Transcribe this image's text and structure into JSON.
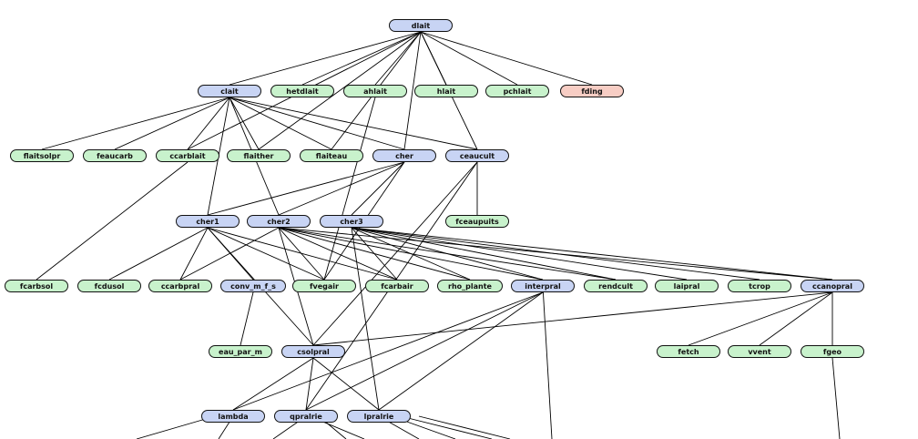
{
  "colors": {
    "parent": "#c8d4f4",
    "leaf": "#c8f2cc",
    "highlight": "#f7cdc4"
  },
  "nodes": [
    {
      "id": "dlait",
      "label": "dlait",
      "kind": "blue"
    },
    {
      "id": "clait",
      "label": "clait",
      "kind": "blue"
    },
    {
      "id": "hetdlait",
      "label": "hetdlait",
      "kind": "green"
    },
    {
      "id": "ahlait",
      "label": "ahlait",
      "kind": "green"
    },
    {
      "id": "hlait",
      "label": "hlait",
      "kind": "green"
    },
    {
      "id": "pchlait",
      "label": "pchlait",
      "kind": "green"
    },
    {
      "id": "fding",
      "label": "fding",
      "kind": "pink"
    },
    {
      "id": "flaitsolpr",
      "label": "flaitsolpr",
      "kind": "green"
    },
    {
      "id": "feaucarb",
      "label": "feaucarb",
      "kind": "green"
    },
    {
      "id": "ccarblait",
      "label": "ccarblait",
      "kind": "green"
    },
    {
      "id": "flaither",
      "label": "flaither",
      "kind": "green"
    },
    {
      "id": "flaiteau",
      "label": "flaiteau",
      "kind": "green"
    },
    {
      "id": "cher",
      "label": "cher",
      "kind": "blue"
    },
    {
      "id": "ceaucult",
      "label": "ceaucult",
      "kind": "blue"
    },
    {
      "id": "cher1",
      "label": "cher1",
      "kind": "blue"
    },
    {
      "id": "cher2",
      "label": "cher2",
      "kind": "blue"
    },
    {
      "id": "cher3",
      "label": "cher3",
      "kind": "blue"
    },
    {
      "id": "fceaupuits",
      "label": "fceaupuits",
      "kind": "green"
    },
    {
      "id": "fcarbsol",
      "label": "fcarbsol",
      "kind": "green"
    },
    {
      "id": "fcdusol",
      "label": "fcdusol",
      "kind": "green"
    },
    {
      "id": "ccarbpral",
      "label": "ccarbpral",
      "kind": "green"
    },
    {
      "id": "conv_m_f_s",
      "label": "conv_m_f_s",
      "kind": "blue"
    },
    {
      "id": "fvegair",
      "label": "fvegair",
      "kind": "green"
    },
    {
      "id": "fcarbair",
      "label": "fcarbair",
      "kind": "green"
    },
    {
      "id": "rho_plante",
      "label": "rho_plante",
      "kind": "green"
    },
    {
      "id": "interpral",
      "label": "interpral",
      "kind": "blue"
    },
    {
      "id": "rendcult",
      "label": "rendcult",
      "kind": "green"
    },
    {
      "id": "laipral",
      "label": "laipral",
      "kind": "green"
    },
    {
      "id": "tcrop",
      "label": "tcrop",
      "kind": "green"
    },
    {
      "id": "ccanopral",
      "label": "ccanopral",
      "kind": "blue"
    },
    {
      "id": "eau_par_m",
      "label": "eau_par_m",
      "kind": "green"
    },
    {
      "id": "csolpral",
      "label": "csolpral",
      "kind": "blue"
    },
    {
      "id": "fetch",
      "label": "fetch",
      "kind": "green"
    },
    {
      "id": "vvent",
      "label": "vvent",
      "kind": "green"
    },
    {
      "id": "fgeo",
      "label": "fgeo",
      "kind": "green"
    },
    {
      "id": "lambda",
      "label": "lambda",
      "kind": "blue"
    },
    {
      "id": "qpralrie",
      "label": "qpralrie",
      "kind": "blue"
    },
    {
      "id": "lpralrie",
      "label": "lpralrie",
      "kind": "blue"
    }
  ],
  "edges": [
    [
      "dlait",
      "clait"
    ],
    [
      "dlait",
      "hetdlait"
    ],
    [
      "dlait",
      "ahlait"
    ],
    [
      "dlait",
      "hlait"
    ],
    [
      "dlait",
      "pchlait"
    ],
    [
      "dlait",
      "fding"
    ],
    [
      "dlait",
      "ccarblait"
    ],
    [
      "dlait",
      "flaither"
    ],
    [
      "dlait",
      "flaiteau"
    ],
    [
      "dlait",
      "cher"
    ],
    [
      "dlait",
      "ceaucult"
    ],
    [
      "clait",
      "flaitsolpr"
    ],
    [
      "clait",
      "feaucarb"
    ],
    [
      "clait",
      "ccarblait"
    ],
    [
      "clait",
      "flaither"
    ],
    [
      "clait",
      "flaiteau"
    ],
    [
      "clait",
      "cher"
    ],
    [
      "clait",
      "ceaucult"
    ],
    [
      "clait",
      "cher1"
    ],
    [
      "clait",
      "cher2"
    ],
    [
      "ahlait",
      "fvegair"
    ],
    [
      "cher",
      "cher1"
    ],
    [
      "cher",
      "cher2"
    ],
    [
      "cher",
      "cher3"
    ],
    [
      "cher",
      "fvegair"
    ],
    [
      "ceaucult",
      "fceaupuits"
    ],
    [
      "ceaucult",
      "csolpral"
    ],
    [
      "ceaucult",
      "qpralrie"
    ],
    [
      "ccarblait",
      "fcarbsol"
    ],
    [
      "cher1",
      "fcdusol"
    ],
    [
      "cher1",
      "ccarbpral"
    ],
    [
      "cher1",
      "conv_m_f_s"
    ],
    [
      "cher1",
      "fvegair"
    ],
    [
      "cher1",
      "fcarbair"
    ],
    [
      "cher1",
      "csolpral"
    ],
    [
      "cher2",
      "ccarbpral"
    ],
    [
      "cher2",
      "fvegair"
    ],
    [
      "cher2",
      "fcarbair"
    ],
    [
      "cher2",
      "rho_plante"
    ],
    [
      "cher2",
      "interpral"
    ],
    [
      "cher2",
      "rendcult"
    ],
    [
      "cher2",
      "ccanopral"
    ],
    [
      "cher2",
      "csolpral"
    ],
    [
      "cher3",
      "fcarbair"
    ],
    [
      "cher3",
      "rho_plante"
    ],
    [
      "cher3",
      "interpral"
    ],
    [
      "cher3",
      "rendcult"
    ],
    [
      "cher3",
      "laipral"
    ],
    [
      "cher3",
      "tcrop"
    ],
    [
      "cher3",
      "ccanopral"
    ],
    [
      "cher3",
      "lpralrie"
    ],
    [
      "conv_m_f_s",
      "eau_par_m"
    ],
    [
      "interpral",
      "lambda"
    ],
    [
      "interpral",
      "qpralrie"
    ],
    [
      "interpral",
      "lpralrie"
    ],
    [
      "ccanopral",
      "csolpral"
    ],
    [
      "ccanopral",
      "fetch"
    ],
    [
      "ccanopral",
      "vvent"
    ],
    [
      "ccanopral",
      "fgeo"
    ],
    [
      "csolpral",
      "lambda"
    ],
    [
      "csolpral",
      "qpralrie"
    ],
    [
      "csolpral",
      "lpralrie"
    ]
  ]
}
